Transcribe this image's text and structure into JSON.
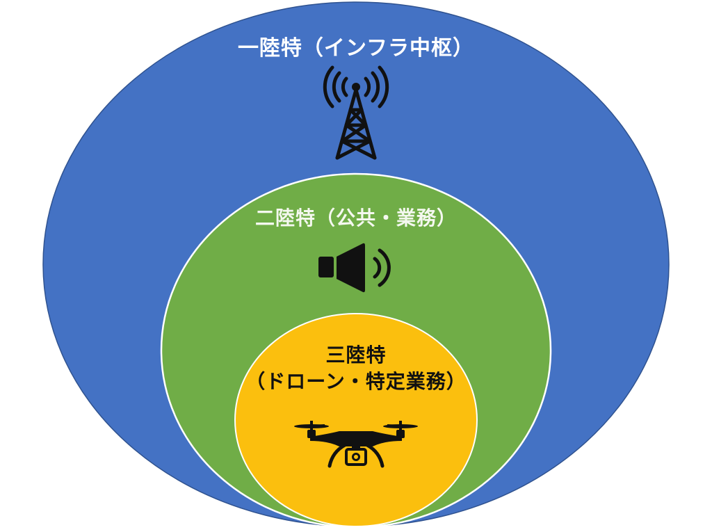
{
  "diagram": {
    "type": "nested-ellipses",
    "background_color": "#ffffff",
    "levels": [
      {
        "id": "level-1",
        "title": "一陸特（インフラ中枢）",
        "icon": "radio-tower-icon",
        "fill_color": "#4472c4",
        "text_color": "#ffffff"
      },
      {
        "id": "level-2",
        "title": "二陸特（公共・業務）",
        "icon": "speaker-icon",
        "fill_color": "#70ad47",
        "text_color": "#ffffff"
      },
      {
        "id": "level-3",
        "title_line1": "三陸特",
        "title_line2": "（ドローン・特定業務）",
        "icon": "drone-icon",
        "fill_color": "#fbbf0e",
        "text_color": "#111111"
      }
    ]
  }
}
